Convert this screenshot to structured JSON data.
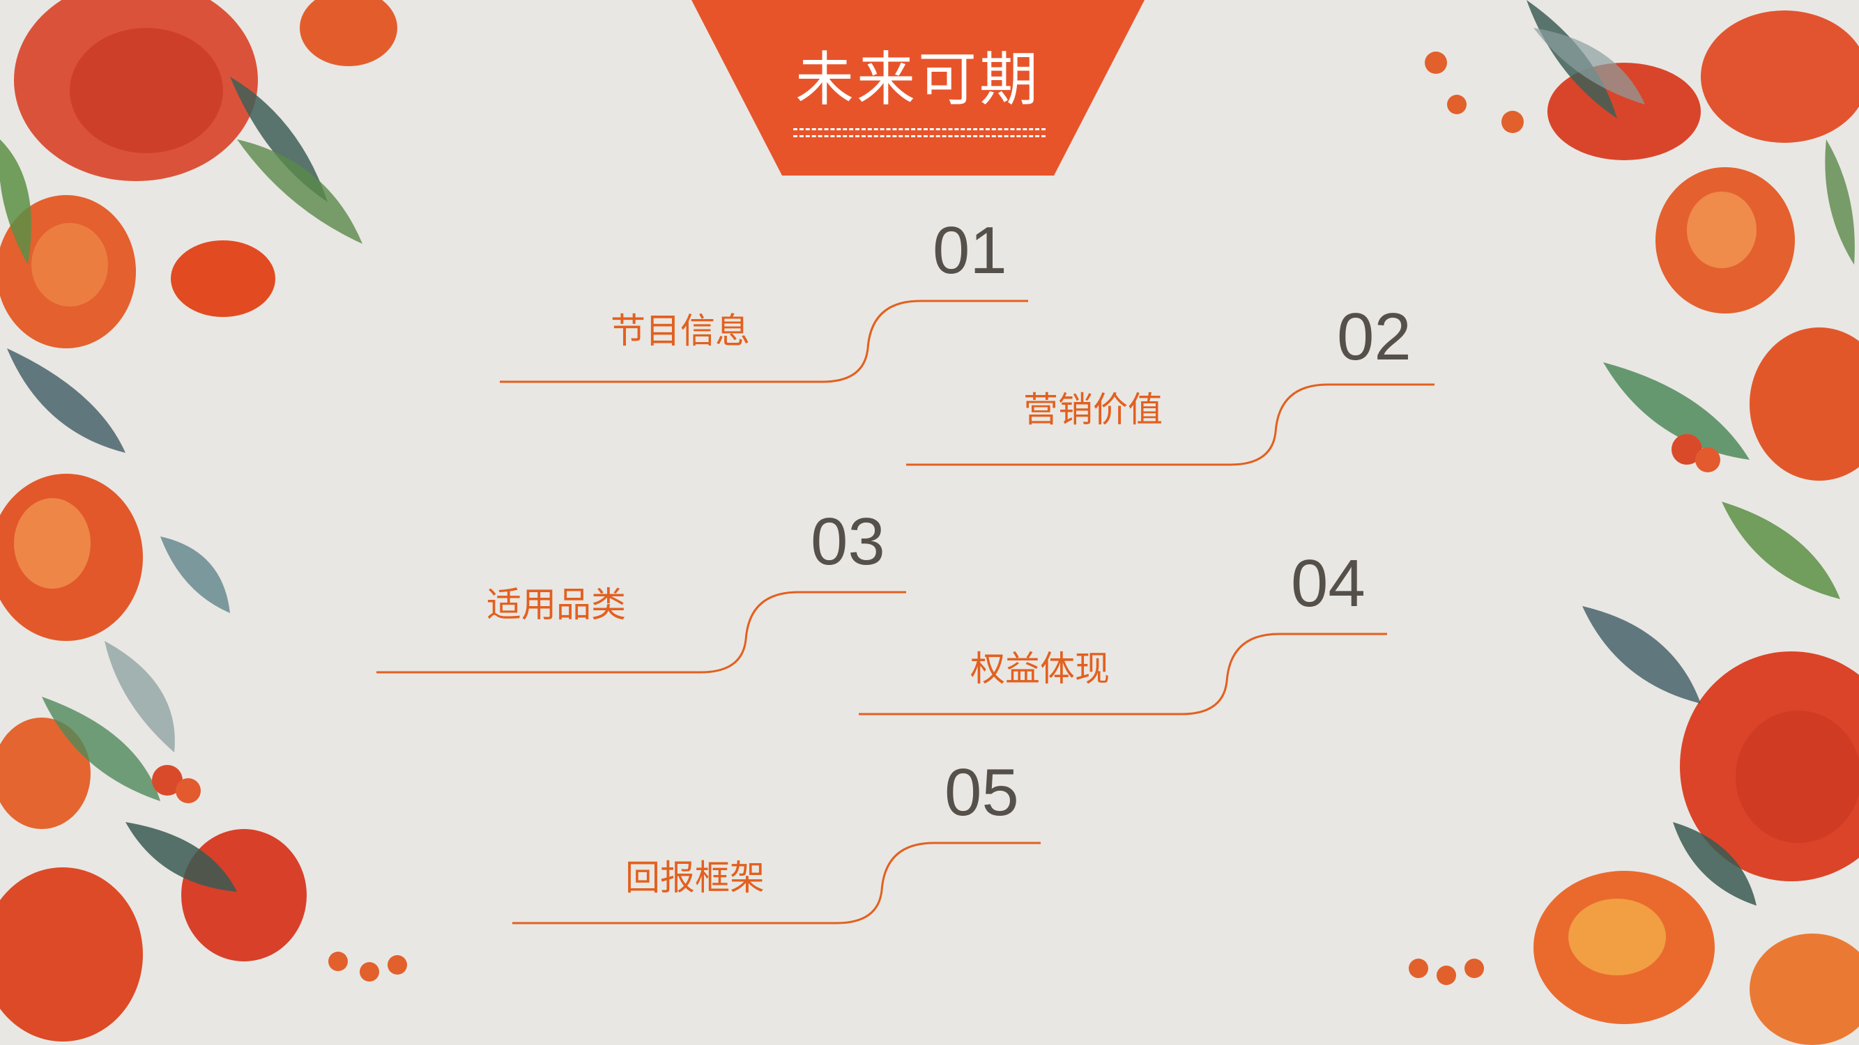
{
  "slide": {
    "title": "未来可期",
    "accent_color": "#e7542a",
    "line_color": "#e2601f",
    "number_color": "#555049",
    "background_color": "#e9e7e3",
    "decor": "watercolor-flower-border",
    "items": [
      {
        "number": "01",
        "label": "节目信息"
      },
      {
        "number": "02",
        "label": "营销价值"
      },
      {
        "number": "03",
        "label": "适用品类"
      },
      {
        "number": "04",
        "label": "权益体现"
      },
      {
        "number": "05",
        "label": "回报框架"
      }
    ]
  }
}
